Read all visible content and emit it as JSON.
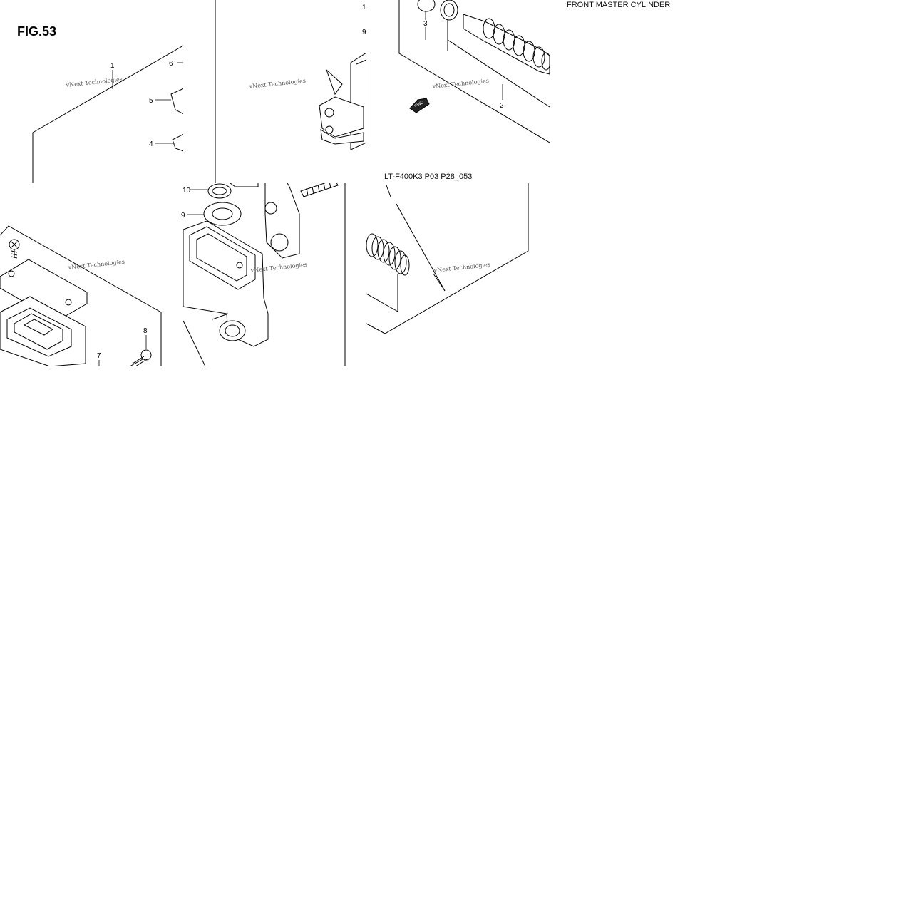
{
  "figure": {
    "label": "FIG.53",
    "header_title": "FRONT MASTER CYLINDER",
    "ref_code": "LT-F400K3 P03 P28_053",
    "watermark": "vNext Technologies",
    "fwd_label": "FWD"
  },
  "callouts": {
    "tile1": [
      "1",
      "6",
      "5",
      "4"
    ],
    "tile2": [
      "1",
      "9"
    ],
    "tile3": [
      "3",
      "2"
    ],
    "tile5": [
      "10",
      "9"
    ],
    "tile4": [
      "8",
      "7"
    ]
  },
  "colors": {
    "line": "#000000",
    "watermark": "#555555",
    "background": "#ffffff"
  }
}
